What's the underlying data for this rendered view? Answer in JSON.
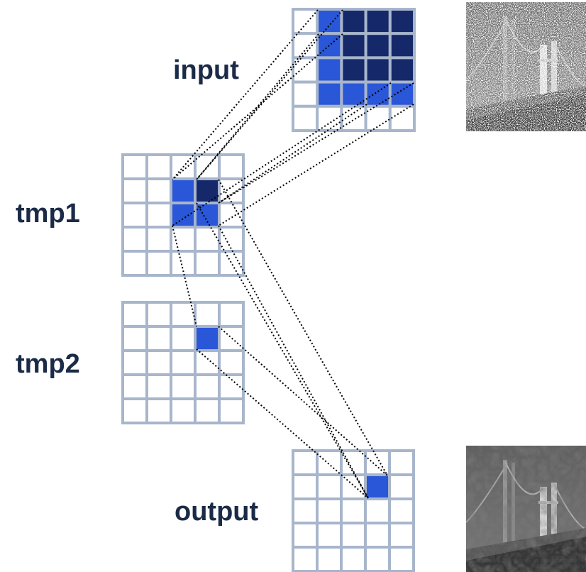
{
  "labels": {
    "input": "input",
    "tmp1": "tmp1",
    "tmp2": "tmp2",
    "output": "output"
  },
  "colors": {
    "grid_line": "#a8b6cc",
    "cell_light": "#2a56d8",
    "cell_dark": "#15286a",
    "connector": "#000000",
    "label_text": "#1b2b47"
  },
  "grids": [
    {
      "id": "input",
      "rows": 5,
      "cols": 5,
      "dark_cells": [
        [
          0,
          2
        ],
        [
          0,
          3
        ],
        [
          0,
          4
        ],
        [
          1,
          2
        ],
        [
          1,
          3
        ],
        [
          1,
          4
        ],
        [
          2,
          2
        ],
        [
          2,
          3
        ],
        [
          2,
          4
        ]
      ],
      "light_cells": [
        [
          0,
          1
        ],
        [
          1,
          1
        ],
        [
          2,
          1
        ],
        [
          3,
          1
        ],
        [
          3,
          2
        ],
        [
          3,
          3
        ],
        [
          3,
          4
        ]
      ]
    },
    {
      "id": "tmp1",
      "rows": 5,
      "cols": 5,
      "dark_cells": [
        [
          1,
          3
        ]
      ],
      "light_cells": [
        [
          1,
          2
        ],
        [
          2,
          2
        ],
        [
          2,
          3
        ]
      ]
    },
    {
      "id": "tmp2",
      "rows": 5,
      "cols": 5,
      "dark_cells": [],
      "light_cells": [
        [
          1,
          3
        ]
      ]
    },
    {
      "id": "output",
      "rows": 5,
      "cols": 5,
      "dark_cells": [],
      "light_cells": [
        [
          1,
          3
        ]
      ]
    }
  ],
  "images": [
    {
      "id": "noisy-input-photo",
      "description": "bridge"
    },
    {
      "id": "filtered-output-photo",
      "description": "bridge"
    }
  ]
}
